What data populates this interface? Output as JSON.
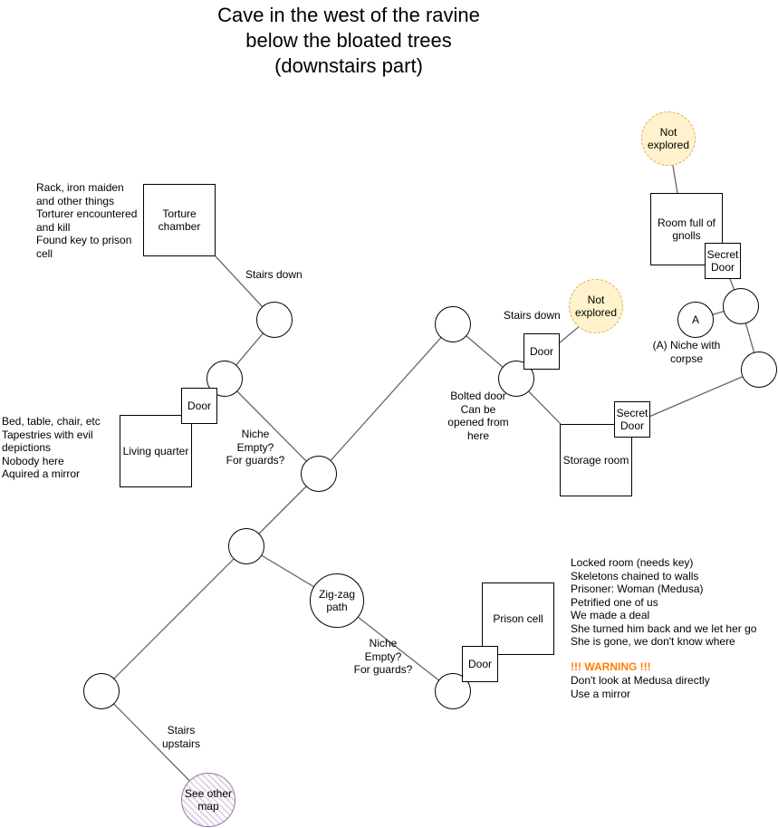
{
  "title": "Cave in the west of the ravine\nbelow the bloated trees\n(downstairs part)",
  "colors": {
    "line": "#666666",
    "unexplored_fill": "#fff2cc",
    "unexplored_border": "#d6b656",
    "warning": "#ff8000",
    "map_link_border": "#9673a6"
  },
  "rooms": {
    "torture_chamber": "Torture\nchamber",
    "living_quarter": "Living quarter",
    "storage_room": "Storage room",
    "room_full_of_gnolls": "Room full of\ngnolls",
    "prison_cell": "Prison cell"
  },
  "doors": {
    "living_door": "Door",
    "stairs_door": "Door",
    "prison_door": "Door",
    "secret_door_gnolls": "Secret\nDoor",
    "secret_door_storage": "Secret\nDoor"
  },
  "nodes": {
    "zigzag": "Zig-zag\npath",
    "niche_a": "A",
    "not_explored_top": "Not\nexplored",
    "not_explored_mid": "Not\nexplored",
    "see_other_map": "See other\nmap"
  },
  "notes": {
    "torture": "Rack, iron maiden\nand other things\nTorturer encountered\nand kill\nFound key to prison\ncell",
    "stairs_down_1": "Stairs down",
    "living": "Bed, table, chair, etc\nTapestries with evil\ndepictions\nNobody here\nAquired a mirror",
    "niche_1": "Niche\nEmpty?\nFor guards?",
    "stairs_down_2": "Stairs down",
    "bolted_door": "Bolted door\nCan be\nopened from\nhere",
    "niche_a": "(A) Niche with\ncorpse",
    "prison": "Locked room (needs key)\nSkeletons chained to walls\nPrisoner: Woman (Medusa)\nPetrified one of us\nWe made a deal\nShe turned him back and we let her go\nShe is gone, we don't know where",
    "warning_title": "!!! WARNING !!!",
    "warning_body": "Don't look at Medusa directly\nUse a mirror",
    "niche_2": "Niche\nEmpty?\nFor guards?",
    "stairs_upstairs": "Stairs\nupstairs"
  }
}
